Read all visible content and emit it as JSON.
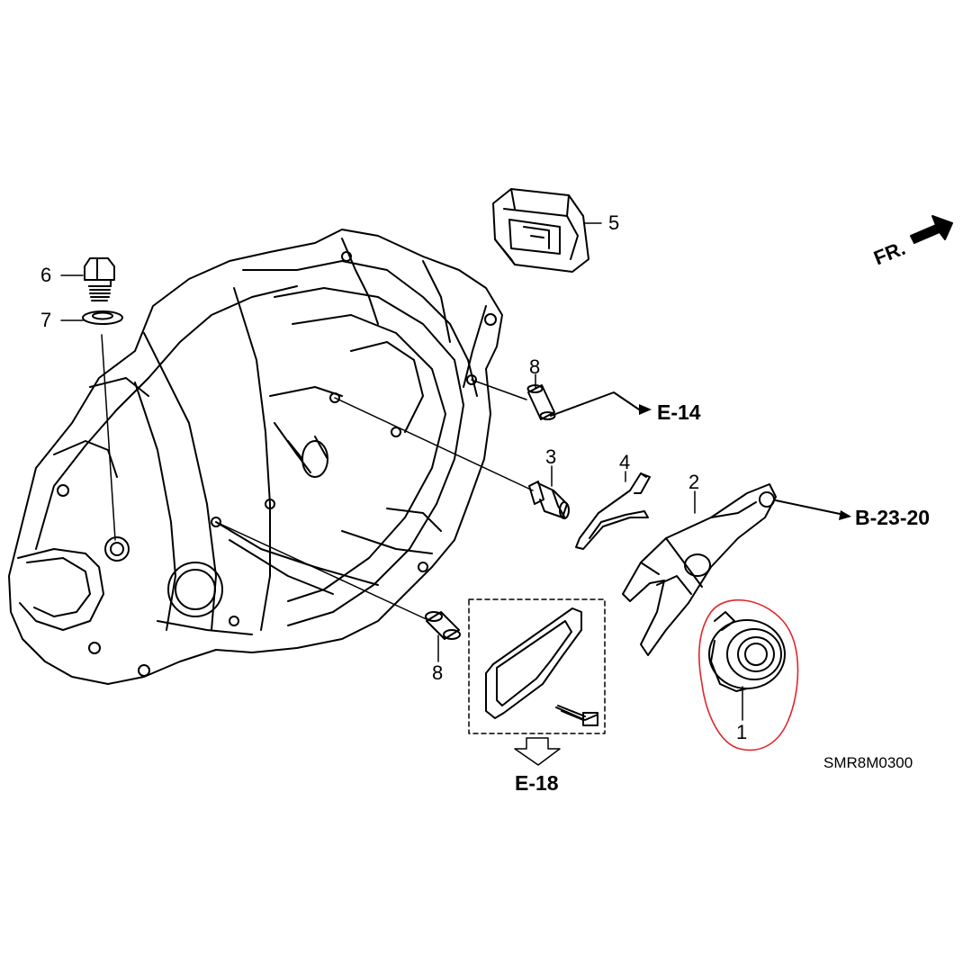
{
  "diagram": {
    "part_callouts": [
      {
        "id": "1",
        "label": "1"
      },
      {
        "id": "2",
        "label": "2"
      },
      {
        "id": "3",
        "label": "3"
      },
      {
        "id": "4",
        "label": "4"
      },
      {
        "id": "5",
        "label": "5"
      },
      {
        "id": "6",
        "label": "6"
      },
      {
        "id": "7",
        "label": "7"
      },
      {
        "id": "8a",
        "label": "8"
      },
      {
        "id": "8b",
        "label": "8"
      }
    ],
    "references": {
      "e14": "E-14",
      "b2320": "B-23-20",
      "e18": "E-18"
    },
    "direction_label": "FR.",
    "diagram_code": "SMR8M0300",
    "highlight_color": "#e0262b",
    "line_color": "#000000"
  }
}
